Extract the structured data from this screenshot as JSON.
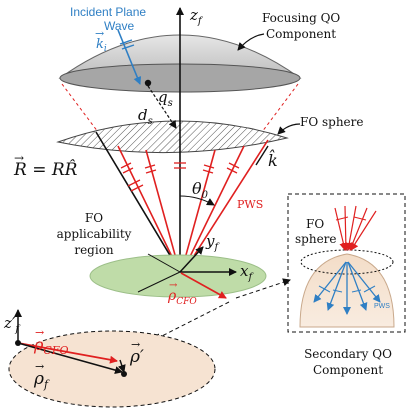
{
  "colors": {
    "blue": "#2f7fc4",
    "red": "#e02020",
    "green_fill": "#bfdca8",
    "peach_fill": "#f6e3d2",
    "lens_top": "#d7d7d7",
    "lens_side": "#9c9c9c",
    "black": "#111111"
  },
  "labels": {
    "incident_line1": "Incident Plane",
    "incident_line2": "Wave",
    "k_i": "k",
    "k_i_sub": "i",
    "z_f": "z",
    "z_f_sub": "f",
    "focusing_line1": "Focusing QO",
    "focusing_line2": "Component",
    "q_s": "q",
    "q_s_sub": "s",
    "d_s": "d",
    "d_s_sub": "s",
    "fo_sphere": "FO sphere",
    "R_eq": "R = RR̂",
    "k_hat": "k̂",
    "theta0": "θ",
    "theta0_sub": "0",
    "pws": "PWS",
    "fo_region_line1": "FO",
    "fo_region_line2": "applicability",
    "fo_region_line3": "region",
    "y_f": "y",
    "y_f_sub": "f",
    "x_f": "x",
    "x_f_sub": "f",
    "z_f_prime": "z′",
    "z_f_prime_sub": "f",
    "rho_cfo": "ρ",
    "rho_cfo_sub": "CFO",
    "inset_fo_line1": "FO",
    "inset_fo_line2": "sphere",
    "inset_pws": "PWS",
    "secondary_line1": "Secondary QO",
    "secondary_line2": "Component",
    "zoom_rho_cfo": "ρ",
    "zoom_rho_cfo_sub": "CFO",
    "zoom_rho_f": "ρ",
    "zoom_rho_f_sub": "f",
    "zoom_rho_prime": "ρ′"
  }
}
